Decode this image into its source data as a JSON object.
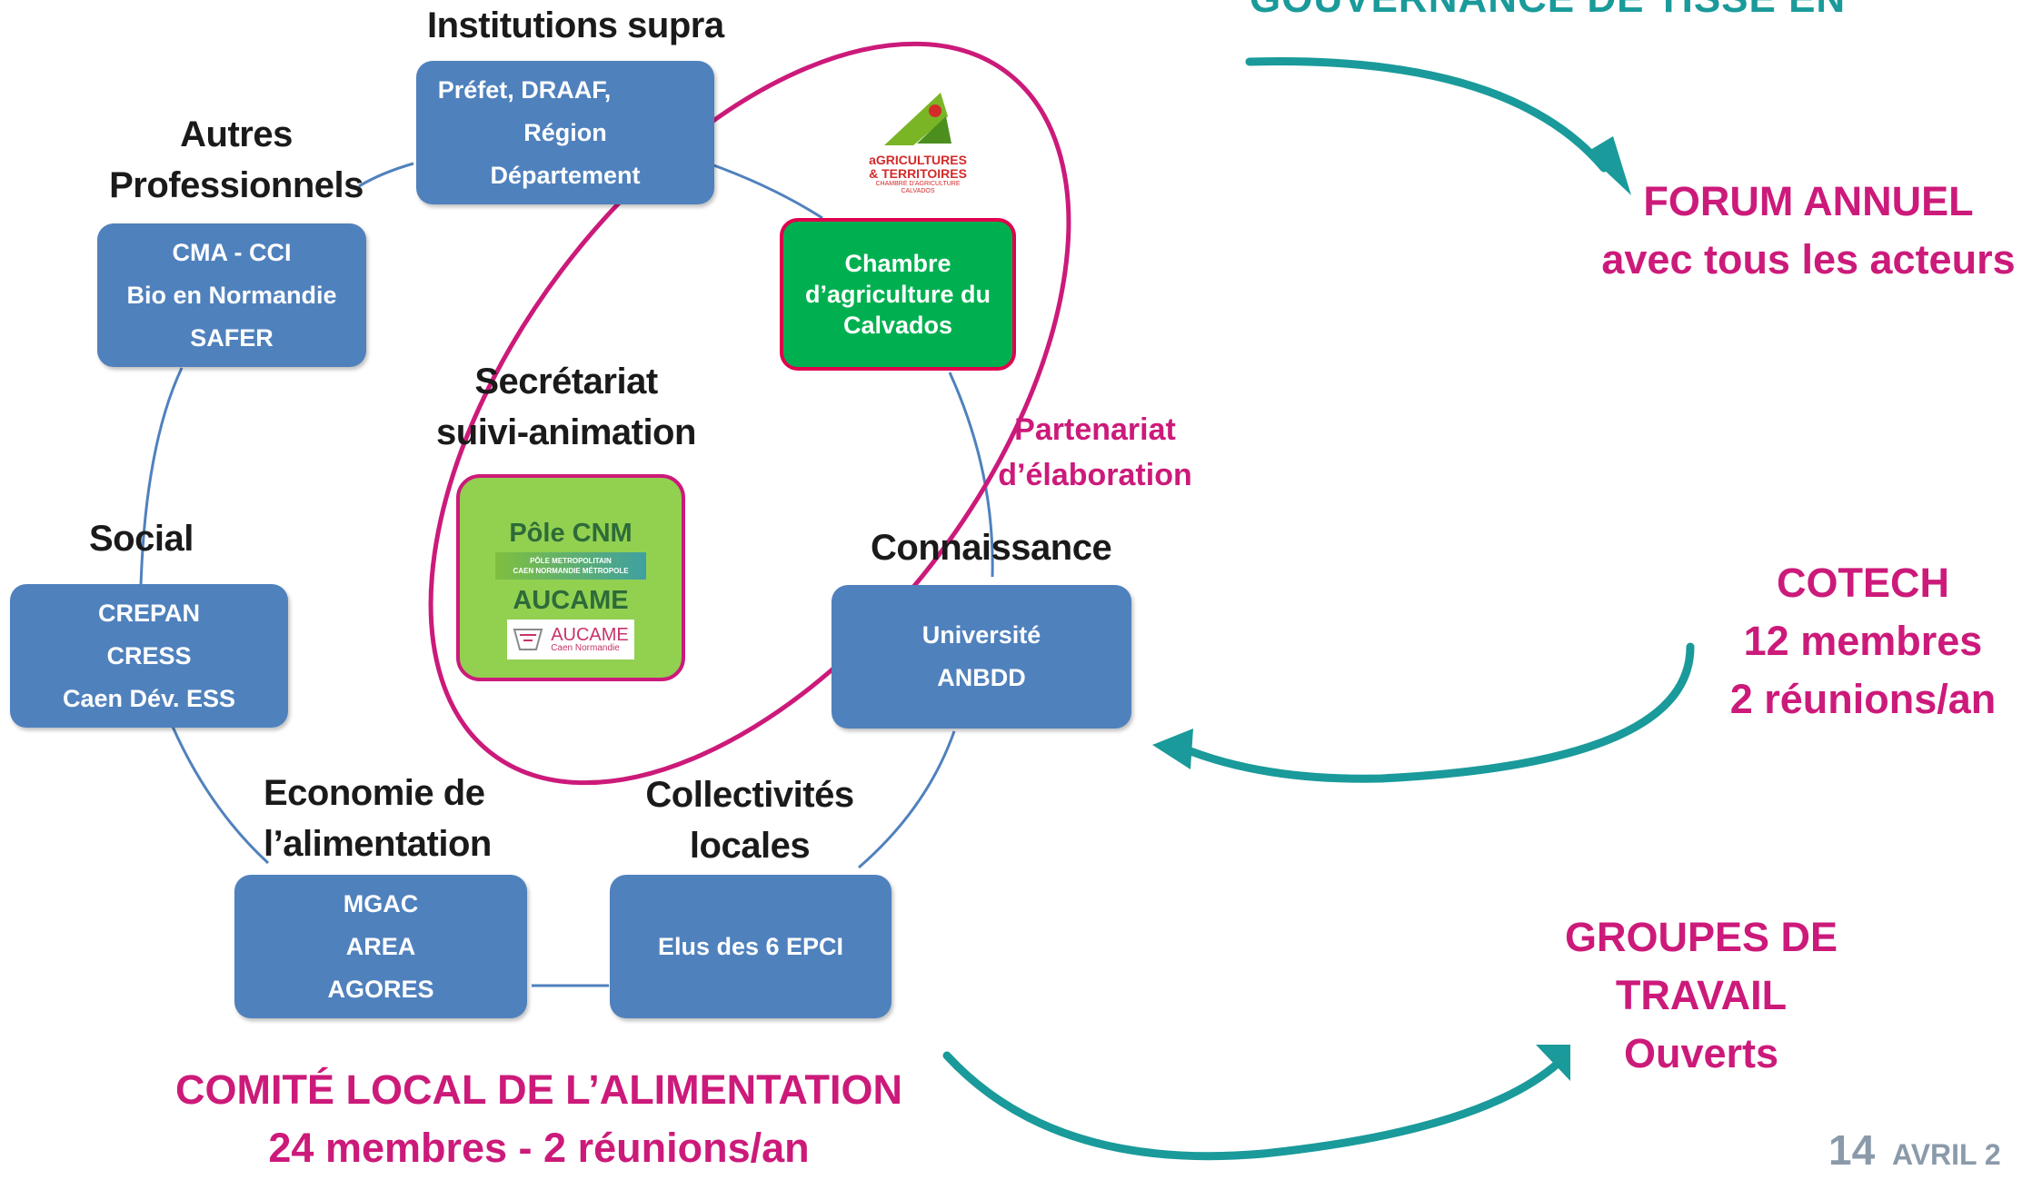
{
  "header": {
    "title_fragment": "GOUVERNANCE DE TISSE EN"
  },
  "groups": {
    "institutions": {
      "heading": "Institutions supra",
      "lines": [
        "Préfet, DRAAF,",
        "Région",
        "Département"
      ]
    },
    "autres": {
      "heading_1": "Autres",
      "heading_2": "Professionnels",
      "lines": [
        "CMA - CCI",
        "Bio en Normandie",
        "SAFER"
      ]
    },
    "social": {
      "heading": "Social",
      "lines": [
        "CREPAN",
        "CRESS",
        "Caen Dév. ESS"
      ]
    },
    "economie": {
      "heading_1": "Economie de",
      "heading_2": "l’alimentation",
      "lines": [
        "MGAC",
        "AREA",
        "AGORES"
      ]
    },
    "collectivites": {
      "heading_1": "Collectivités",
      "heading_2": "locales",
      "lines": [
        "Elus des 6 EPCI"
      ]
    },
    "connaissance": {
      "heading": "Connaissance",
      "lines": [
        "Université",
        "ANBDD"
      ]
    },
    "chambre": {
      "lines": [
        "Chambre",
        "d’agriculture du",
        "Calvados"
      ]
    },
    "secretariat": {
      "heading_1": "Secrétariat",
      "heading_2": "suivi-animation",
      "pole": "Pôle CNM",
      "aucame": "AUCAME"
    }
  },
  "logos": {
    "chambre_logo": {
      "line1": "aGRICULTURES",
      "line2": "& TERRITOIRES",
      "line3": "CHAMBRE D'AGRICULTURE",
      "line4": "CALVADOS"
    },
    "pole_banner": {
      "line1": "PÔLE METROPOLITAIN",
      "line2": "CAEN NORMANDIE MÉTROPOLE"
    },
    "aucame_logo": {
      "name": "AUCAME",
      "sub": "Caen Normandie"
    }
  },
  "partenariat": {
    "line1": "Partenariat",
    "line2": "d’élaboration"
  },
  "comite": {
    "line1": "COMITÉ LOCAL DE L’ALIMENTATION",
    "line2": "24 membres - 2 réunions/an"
  },
  "forum": {
    "line1": "FORUM ANNUEL",
    "line2": "avec tous les acteurs"
  },
  "cotech": {
    "line1": "COTECH",
    "line2": "12 membres",
    "line3": "2 réunions/an"
  },
  "groupes": {
    "line1": "GROUPES DE",
    "line2": "TRAVAIL",
    "line3": "Ouverts"
  },
  "footer": {
    "page_number": "14",
    "date_fragment": "AVRIL 2"
  },
  "colors": {
    "box_blue": "#4f81bd",
    "accent_pink": "#cc1a7a",
    "teal_arrow": "#1a9a9a",
    "chambre_green": "#00b050",
    "lime": "#92d050"
  }
}
